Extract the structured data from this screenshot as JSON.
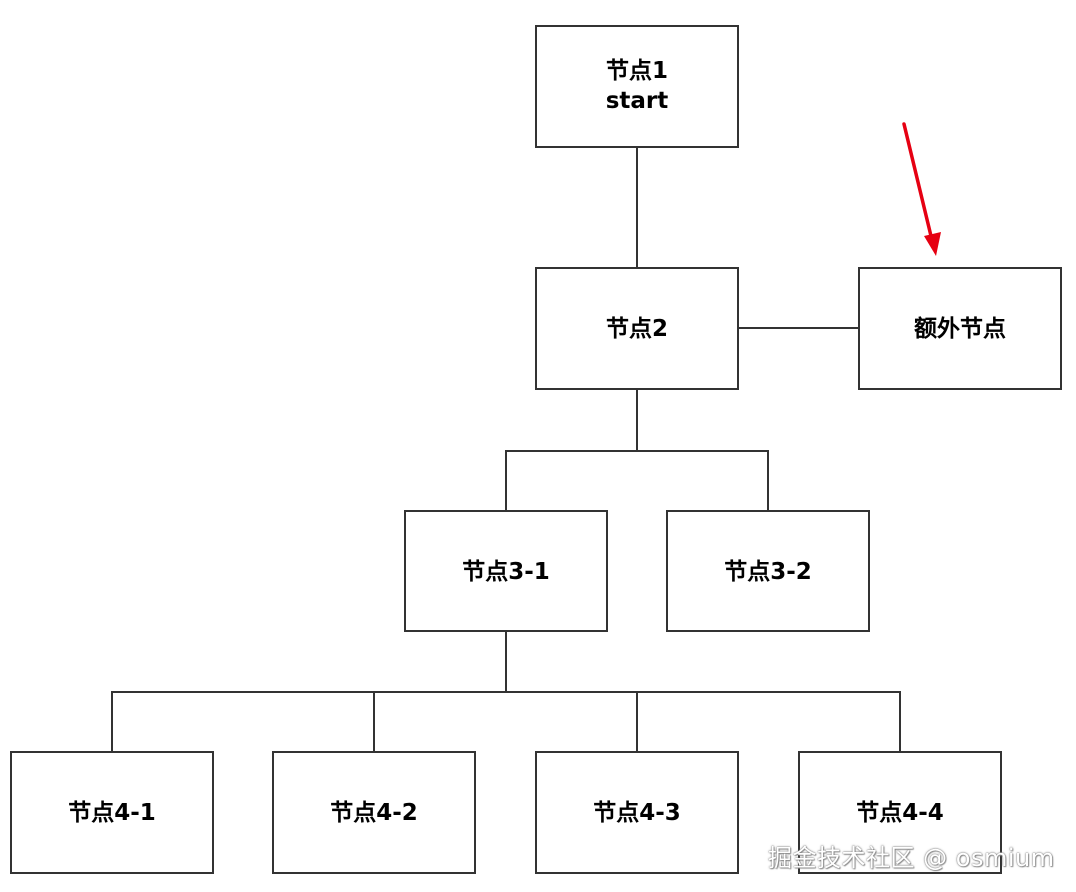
{
  "diagram": {
    "nodes": {
      "node1": {
        "line1": "节点1",
        "line2": "start"
      },
      "node2": {
        "label": "节点2"
      },
      "extra": {
        "label": "额外节点"
      },
      "node3_1": {
        "label": "节点3-1"
      },
      "node3_2": {
        "label": "节点3-2"
      },
      "node4_1": {
        "label": "节点4-1"
      },
      "node4_2": {
        "label": "节点4-2"
      },
      "node4_3": {
        "label": "节点4-3"
      },
      "node4_4": {
        "label": "节点4-4"
      }
    },
    "edges": [
      {
        "from": "node1",
        "to": "node2"
      },
      {
        "from": "node2",
        "to": "extra"
      },
      {
        "from": "node2",
        "to": "node3_1"
      },
      {
        "from": "node2",
        "to": "node3_2"
      },
      {
        "from": "node3_1",
        "to": "node4_1"
      },
      {
        "from": "node3_1",
        "to": "node4_2"
      },
      {
        "from": "node3_1",
        "to": "node4_3"
      },
      {
        "from": "node3_1",
        "to": "node4_4"
      }
    ],
    "annotation": {
      "type": "red-arrow",
      "points_to": "extra",
      "color": "#e60012"
    },
    "colors": {
      "node_border": "#333333",
      "connector": "#333333",
      "text": "#000000"
    }
  },
  "watermark": {
    "text": "掘金技术社区 @ osmium"
  }
}
